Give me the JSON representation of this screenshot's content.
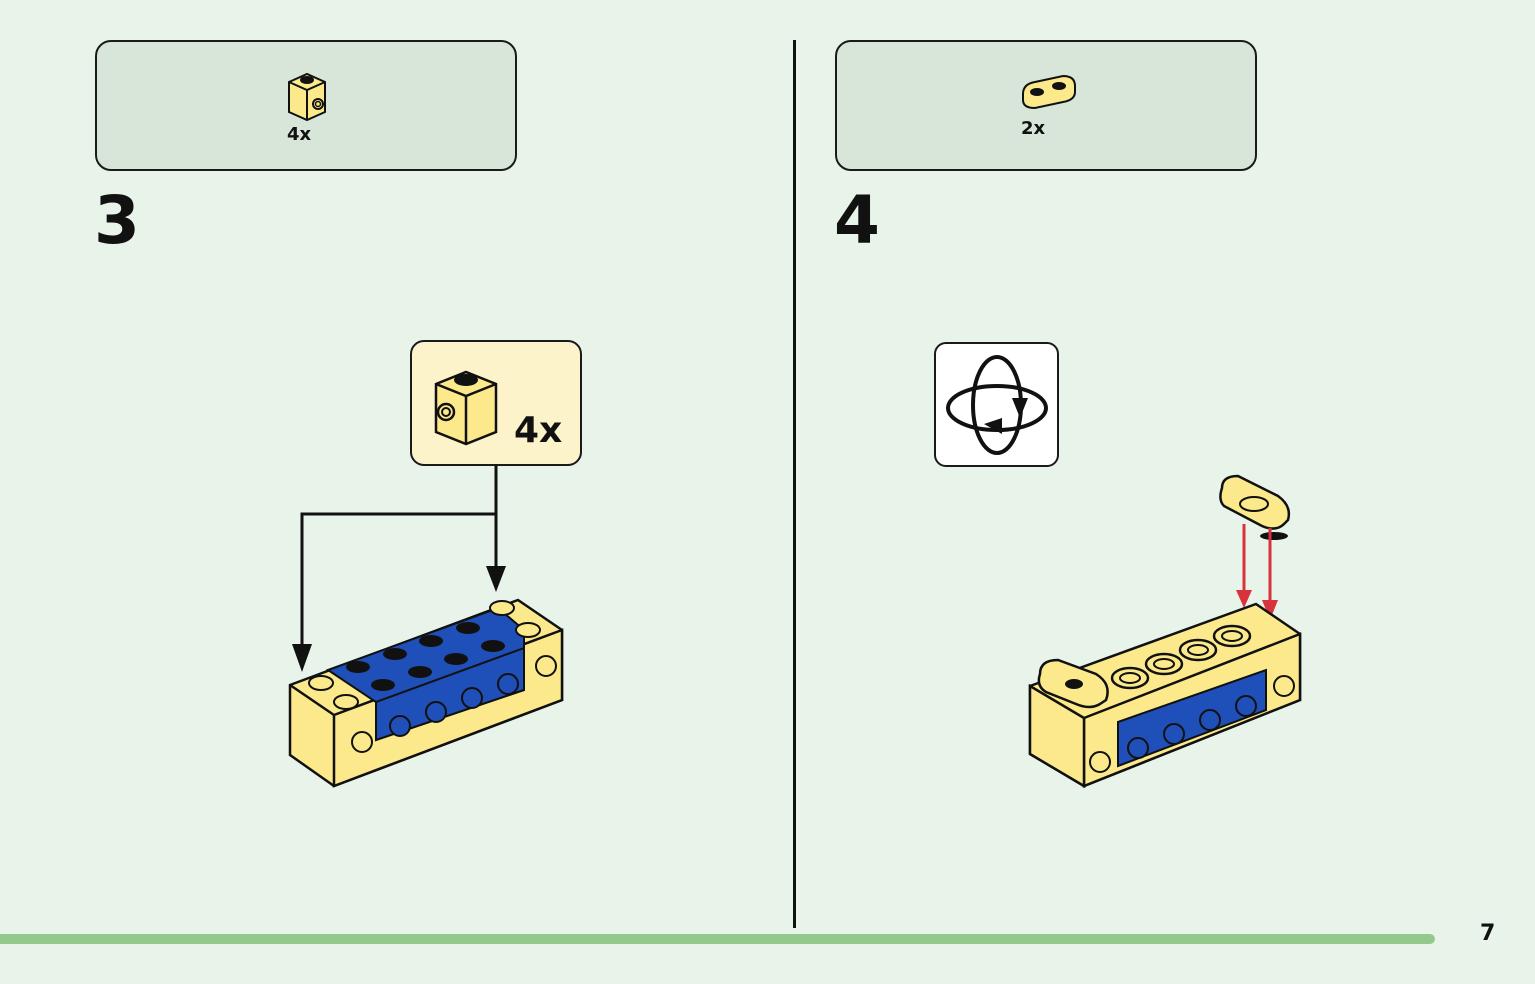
{
  "steps": [
    {
      "number": "3",
      "parts_qty": "4x",
      "callout_qty": "4x"
    },
    {
      "number": "4",
      "parts_qty": "2x"
    }
  ],
  "page_number": "7",
  "colors": {
    "yellow": "#fbe98c",
    "blue": "#1f4fb8",
    "arrow_red": "#d8323c",
    "footer": "#93c98b",
    "background": "#e8f4ea"
  },
  "icons": [
    "brick-1x1-side-stud-icon",
    "plate-1x2-round-icon",
    "rotate-model-icon"
  ]
}
